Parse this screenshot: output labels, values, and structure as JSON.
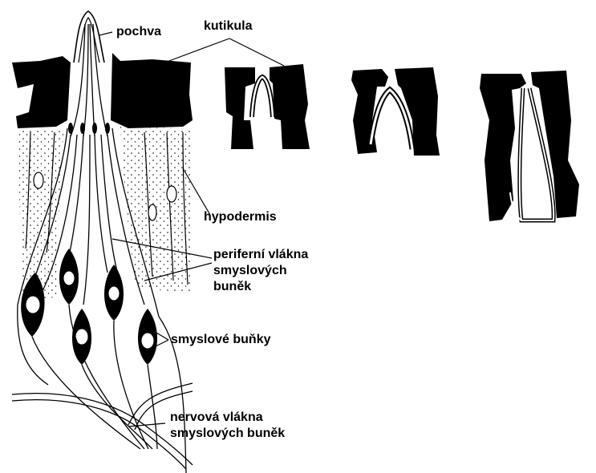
{
  "labels": {
    "pochva": "pochva",
    "kutikula": "kutikula",
    "hypodermis": "hypodermis",
    "periferni_line1": "periferní vlákna",
    "periferni_line2": "smyslových",
    "periferni_line3": "buněk",
    "smyslove_bunky": "smyslové buňky",
    "nervova_line1": "nervová vlákna",
    "nervova_line2": "smyslových buněk"
  }
}
